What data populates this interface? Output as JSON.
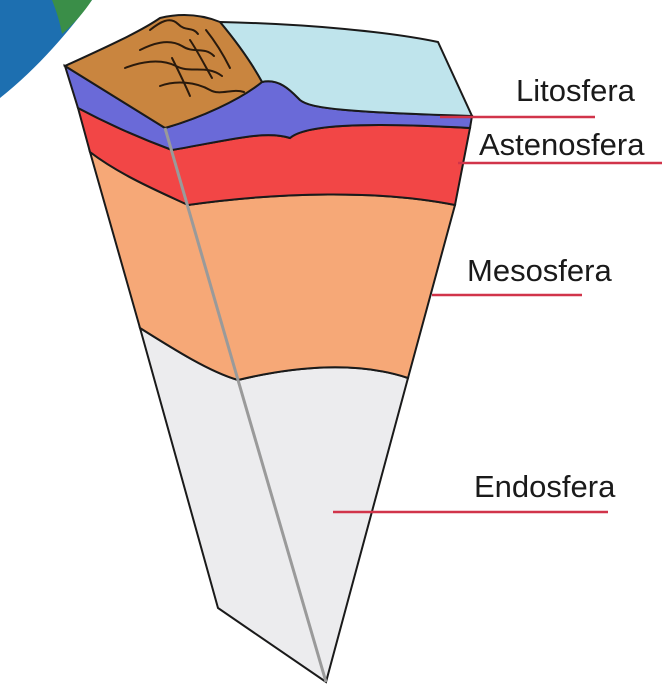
{
  "diagram": {
    "labels": {
      "litosfera": "Litosfera",
      "astenosfera": "Astenosfera",
      "mesosfera": "Mesosfera",
      "endosfera": "Endosfera"
    }
  },
  "colors": {
    "litosfera": "#6a6ad8",
    "astenosfera": "#f24646",
    "mesosfera": "#f6a877",
    "endosfera": "#ececee",
    "ocean_surface": "#bfe4ec",
    "continent": "#c9853f",
    "leader_line": "#d1344a",
    "globe_blue": "#1d6fb0",
    "globe_green": "#3a8e48"
  }
}
